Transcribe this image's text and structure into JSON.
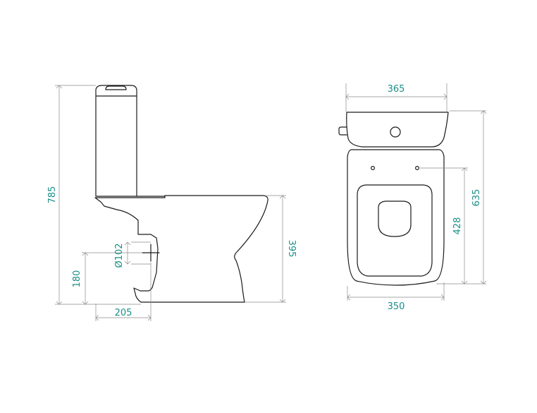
{
  "colors": {
    "outline": "#1a1a1a",
    "dimension_line": "#8a8a8a",
    "dimension_text": "#1a8f86"
  },
  "side_view": {
    "dimensions": {
      "total_height": "785",
      "bowl_height": "395",
      "outlet_height": "180",
      "outlet_diameter": "Ø102",
      "outlet_distance": "205"
    }
  },
  "top_view": {
    "dimensions": {
      "tank_width": "365",
      "bowl_width": "350",
      "total_depth": "635",
      "seat_depth": "428"
    }
  }
}
